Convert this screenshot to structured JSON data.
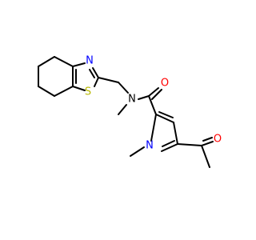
{
  "colors": {
    "background": "#ffffff",
    "bond": "#000000",
    "nitrogen": "#0000ff",
    "oxygen": "#ff0000",
    "sulfur": "#b8b800"
  },
  "atoms": {
    "n_thiazole": "N",
    "s_thiazole": "S",
    "n_amide": "N",
    "n_pyrrole": "N",
    "o_amide": "O",
    "o_acetyl": "O"
  }
}
